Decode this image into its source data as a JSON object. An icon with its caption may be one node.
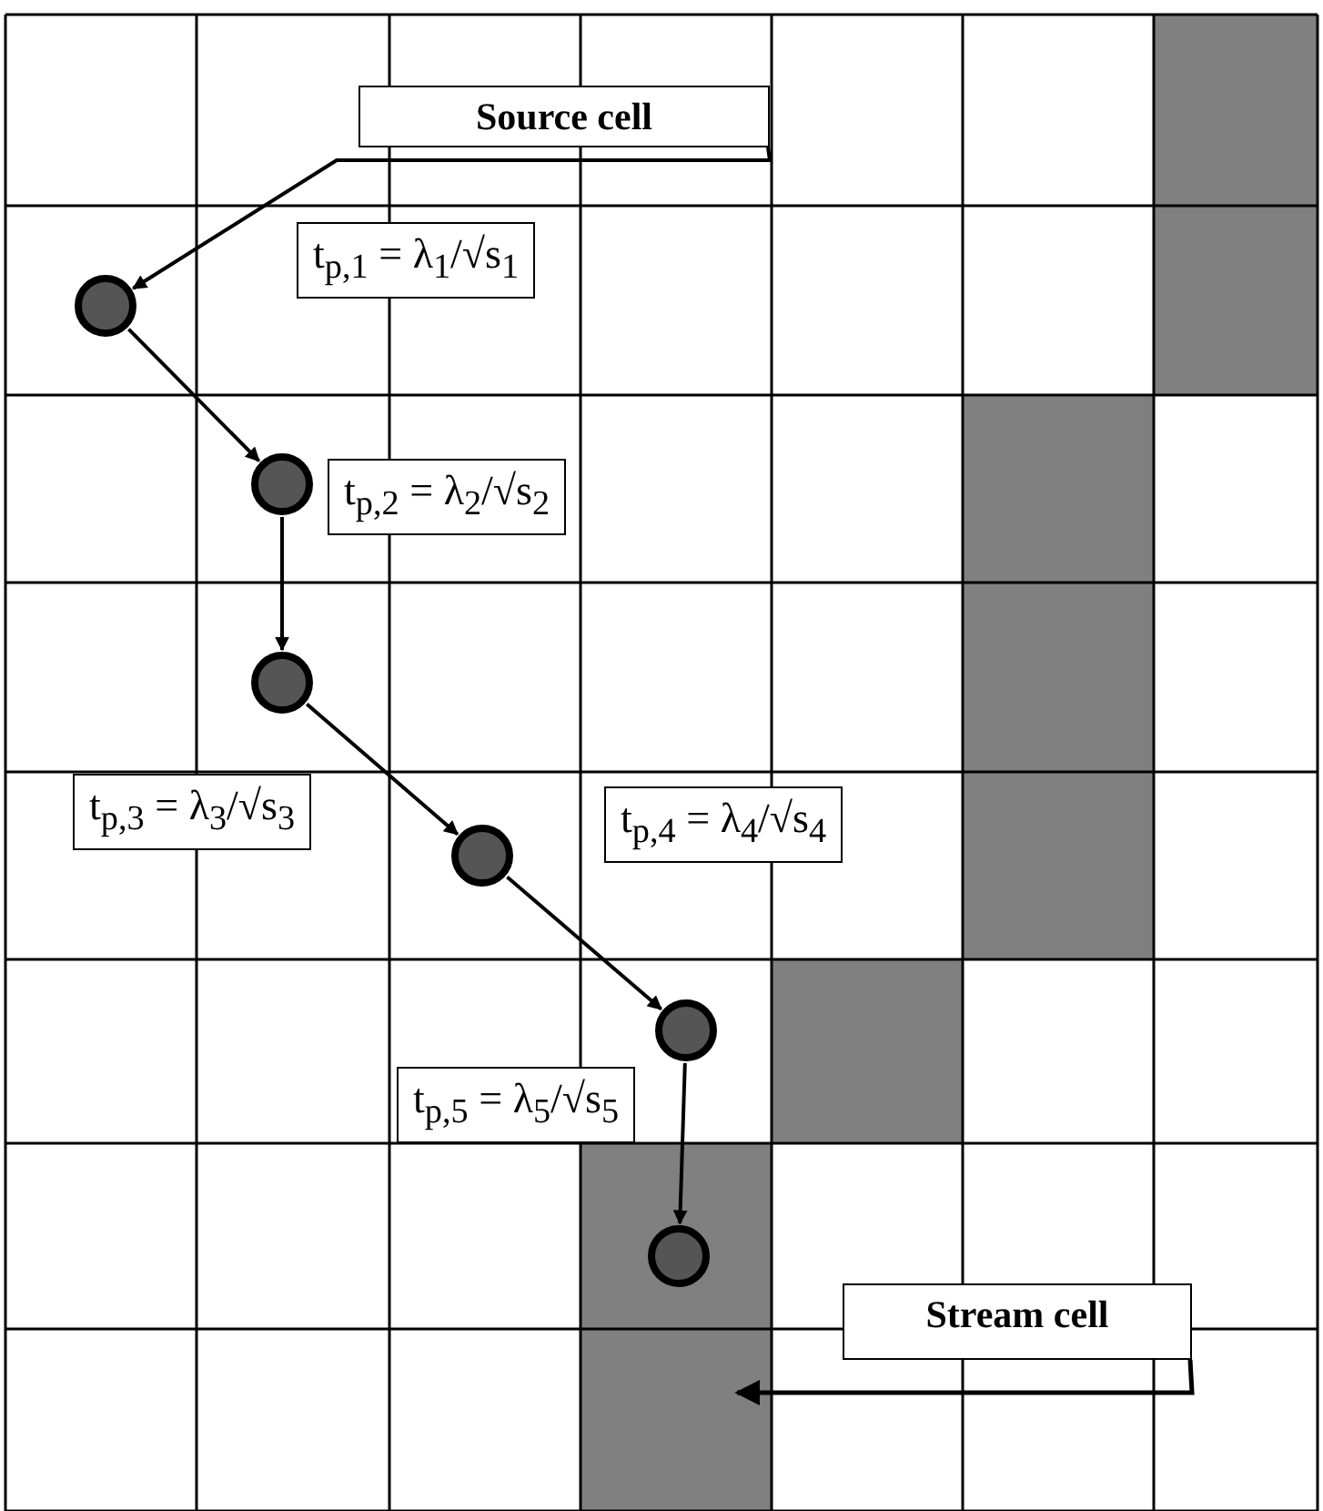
{
  "diagram": {
    "nodes": [
      {
        "text": [
          "Source cell"
        ]
      },
      {
        "text": [],
        "shape": "circle"
      },
      {
        "text": [
          "t$_{p,1}$ = λ$_{1}$/√s$_{1}$"
        ]
      },
      {
        "text": [],
        "shape": "circle"
      },
      {
        "text": [
          "t$_{p,2}$ = λ$_{2}$/√s$_{2}$"
        ]
      },
      {
        "text": [],
        "shape": "circle"
      },
      {
        "text": [
          "t$_{p,3}$ = λ$_{3}$/√s$_{3}$"
        ]
      },
      {
        "text": [],
        "shape": "circle"
      },
      {
        "text": [
          "t$_{p,4}$ = λ$_{4}$/√s$_{4}$"
        ]
      },
      {
        "text": [],
        "shape": "circle"
      },
      {
        "text": [
          "t$_{p,5}$ = λ$_{5}$/√s$_{5}$"
        ]
      },
      {
        "text": [],
        "shape": "circle"
      },
      {
        "text": [
          "Stream cell"
        ]
      }
    ],
    "edges": [
      {
        "from": 0,
        "to": 1,
        "arrow": "to"
      },
      {
        "from": 1,
        "to": 3,
        "arrow": "to"
      },
      {
        "from": 3,
        "to": 5,
        "arrow": "to"
      },
      {
        "from": 5,
        "to": 7,
        "arrow": "to"
      },
      {
        "from": 7,
        "to": 9,
        "arrow": "to"
      },
      {
        "from": 9,
        "to": 11,
        "arrow": "to"
      },
      {
        "from": 12,
        "to": null,
        "arrow": "to"
      }
    ]
  }
}
